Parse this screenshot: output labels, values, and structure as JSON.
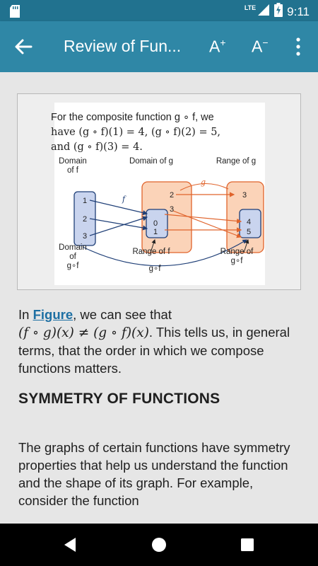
{
  "status_bar": {
    "network": "LTE",
    "time": "9:11"
  },
  "app_bar": {
    "title": "Review of Fun...",
    "font_increase_label": "A",
    "font_increase_sup": "+",
    "font_decrease_label": "A",
    "font_decrease_sup": "−"
  },
  "figure": {
    "caption_line1": "For the composite function g ∘ f, we",
    "caption_line2": "have (g ∘ f)(1) = 4, (g ∘ f)(2) = 5,",
    "caption_line3": "and (g ∘ f)(3) = 4.",
    "label_domain_f_1": "Domain",
    "label_domain_f_2": "of f",
    "label_domain_g": "Domain of g",
    "label_range_g": "Range of g",
    "label_f": "f",
    "label_g": "g",
    "label_domain_gof_1": "Domain",
    "label_domain_gof_2": "of",
    "label_domain_gof_3": "g∘f",
    "label_range_f": "Range of f",
    "label_range_gof_1": "Range of",
    "label_range_gof_2": "g∘f",
    "label_gof": "g∘f",
    "domain_f_values": [
      "1",
      "2",
      "3"
    ],
    "range_f_values": [
      "0",
      "1"
    ],
    "domain_g_extra": [
      "2",
      "3"
    ],
    "range_g_values": [
      "3",
      "4",
      "5"
    ]
  },
  "paragraph1": {
    "prefix": "In ",
    "link": "Figure",
    "after_link": ", we can see that",
    "math": "(f ∘ g)(x) ≠ (g ∘ f)(x)",
    "suffix": ". This tells us, in general terms, that the order in which we compose functions matters."
  },
  "heading": "SYMMETRY OF FUNCTIONS",
  "paragraph2": {
    "text": "The graphs of certain functions have symmetry properties that help us understand the function and the shape of its graph. For example, consider the function"
  }
}
